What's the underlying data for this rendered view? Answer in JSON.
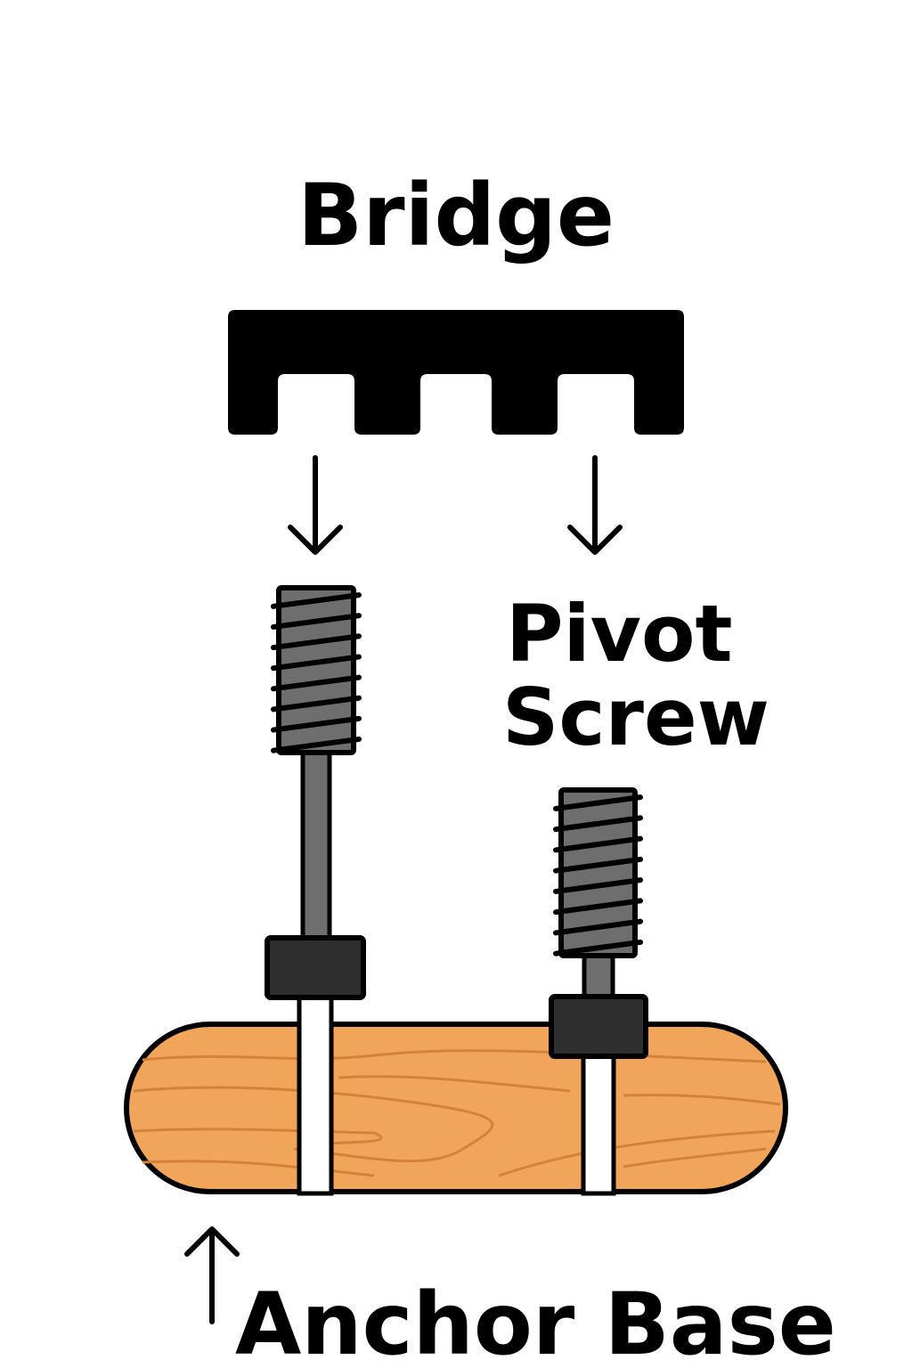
{
  "labels": {
    "bridge": "Bridge",
    "pivot_screw_line1": "Pivot",
    "pivot_screw_line2": "Screw",
    "anchor_base": "Anchor Base"
  },
  "colors": {
    "wood": "#F0A55A",
    "wood_grain": "#D4823A",
    "thread_gray": "#6E6E6E",
    "nut": "#2E2E2E",
    "outline": "#000000"
  }
}
